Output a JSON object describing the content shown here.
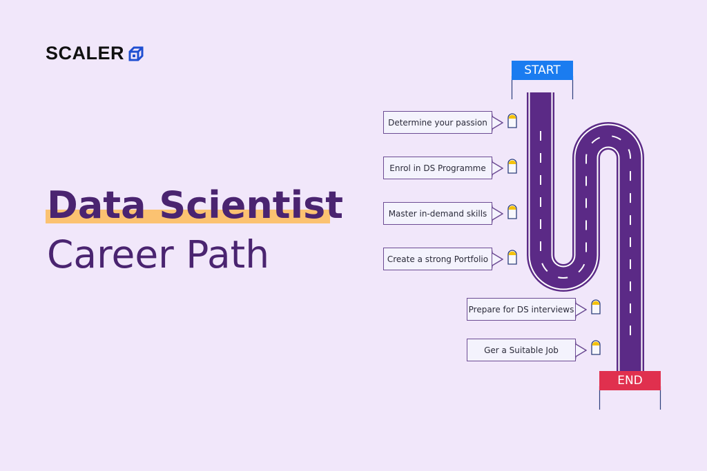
{
  "brand": {
    "name": "SCALER",
    "icon": "scaler-cube-icon",
    "icon_color": "#1f4fd1"
  },
  "title": {
    "line1": "Data Scientist",
    "line2": "Career Path",
    "color": "#4a2470",
    "highlight_color": "#fbc271"
  },
  "road": {
    "start_label": "START",
    "end_label": "END",
    "start_color": "#1a7cf0",
    "end_color": "#e0304e",
    "road_color": "#5b2a86"
  },
  "steps": [
    {
      "label": "Determine your passion"
    },
    {
      "label": "Enrol in DS Programme"
    },
    {
      "label": "Master in-demand skills"
    },
    {
      "label": "Create a strong Portfolio"
    },
    {
      "label": "Prepare for DS interviews"
    },
    {
      "label": "Ger a Suitable Job"
    }
  ],
  "marker_color": "#f4c20d"
}
